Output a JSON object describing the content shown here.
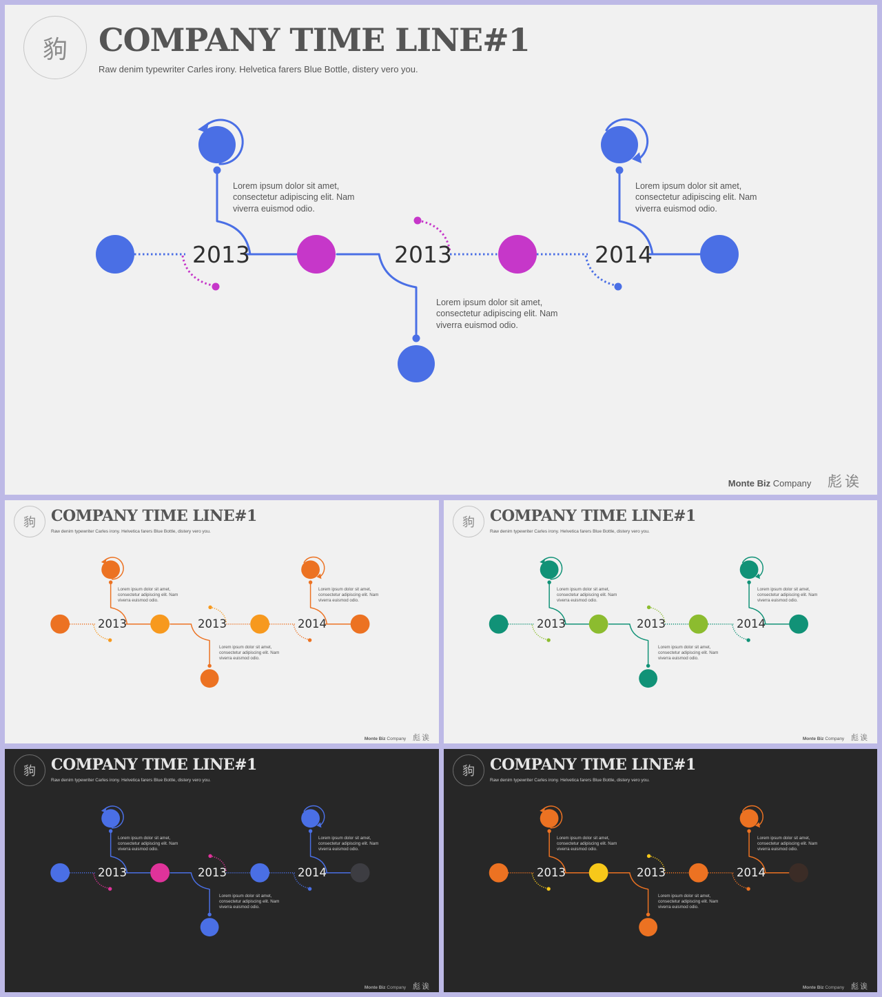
{
  "title": "COMPANY TIME LINE#1",
  "subtitle": "Raw denim typewriter Carles irony. Helvetica farers Blue Bottle, distery vero you.",
  "logo_char": "豿",
  "years": [
    "2013",
    "2013",
    "2014"
  ],
  "descriptions": [
    [
      "Lorem ipsum dolor sit amet,",
      "consectetur adipiscing elit. Nam",
      "viverra euismod odio."
    ],
    [
      "Lorem ipsum dolor sit amet,",
      "consectetur adipiscing elit. Nam",
      "viverra euismod odio."
    ],
    [
      "Lorem ipsum dolor sit amet,",
      "consectetur adipiscing elit. Nam",
      "viverra euismod odio."
    ]
  ],
  "footer": {
    "brand_bold": "Monte Biz",
    "brand_rest": " Company",
    "mark": "彪诶"
  },
  "themes": [
    {
      "name": "blue-magenta",
      "background": "light",
      "primary": "#4a6fe5",
      "accent": "#c637c9",
      "end": "#4a6fe5"
    },
    {
      "name": "orange",
      "background": "light",
      "primary": "#ec7222",
      "accent": "#f7991e",
      "end": "#ec7222"
    },
    {
      "name": "green",
      "background": "light",
      "primary": "#119277",
      "accent": "#8cbc2f",
      "end": "#119277"
    },
    {
      "name": "dark-blue",
      "background": "dark",
      "primary": "#4a6fe5",
      "accent": "#e0339a",
      "end": "#3d3d42"
    },
    {
      "name": "dark-orange",
      "background": "dark",
      "primary": "#ec7222",
      "accent": "#f7c81a",
      "end": "#3b2c26"
    }
  ]
}
